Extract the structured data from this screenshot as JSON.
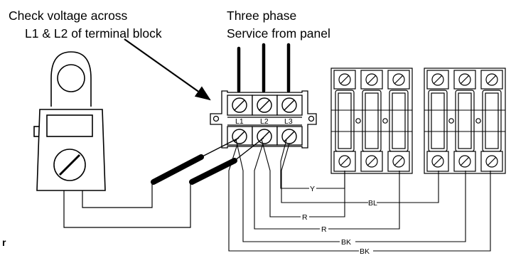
{
  "captions": {
    "check_line1": "Check voltage across",
    "check_line2": "L1 & L2 of terminal block",
    "service_line1": "Three phase",
    "service_line2": "Service from panel"
  },
  "terminals": [
    "L1",
    "L2",
    "L3"
  ],
  "wire_labels": [
    "Y",
    "BL",
    "R",
    "R",
    "BK",
    "BK"
  ],
  "edge_fragment": "r"
}
